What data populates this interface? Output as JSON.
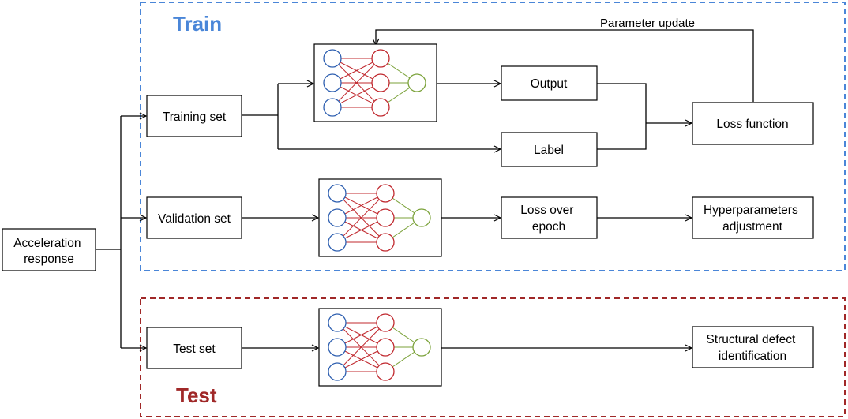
{
  "regions": {
    "train": {
      "title": "Train",
      "color": "#4a86d8"
    },
    "test": {
      "title": "Test",
      "color": "#a02828"
    }
  },
  "boxes": {
    "acceleration_response": {
      "lines": [
        "Acceleration",
        "response"
      ]
    },
    "training_set": {
      "lines": [
        "Training set"
      ]
    },
    "validation_set": {
      "lines": [
        "Validation set"
      ]
    },
    "test_set": {
      "lines": [
        "Test set"
      ]
    },
    "output": {
      "lines": [
        "Output"
      ]
    },
    "label": {
      "lines": [
        "Label"
      ]
    },
    "loss_function": {
      "lines": [
        "Loss function"
      ]
    },
    "loss_over_epoch": {
      "lines": [
        "Loss over",
        "epoch"
      ]
    },
    "hyperparameters_adjustment": {
      "lines": [
        "Hyperparameters",
        "adjustment"
      ]
    },
    "structural_defect_identification": {
      "lines": [
        "Structural defect",
        "identification"
      ]
    }
  },
  "edge_labels": {
    "parameter_update": "Parameter update"
  },
  "network_colors": {
    "input_layer": "#2e5fb0",
    "hidden_layer": "#c0282e",
    "output_layer": "#7ba23a"
  }
}
